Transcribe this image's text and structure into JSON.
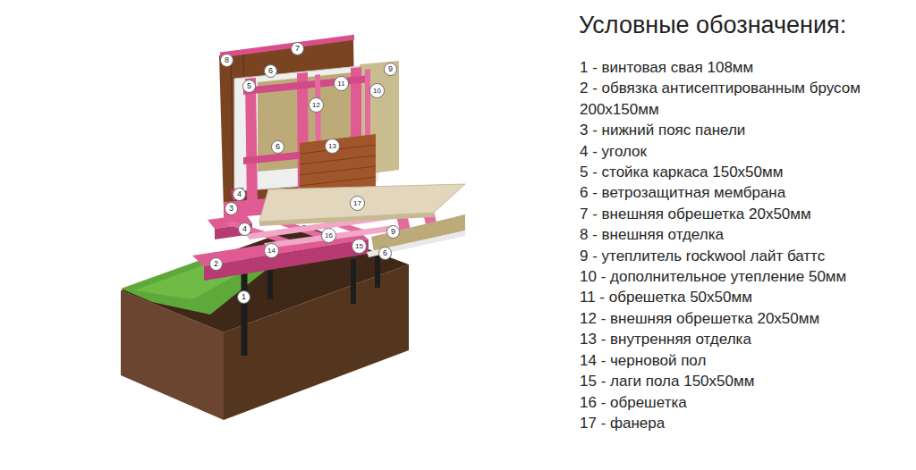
{
  "diagram": {
    "title": "Условные обозначения:",
    "labels": [
      "7",
      "8",
      "6",
      "9",
      "5",
      "11",
      "10",
      "12",
      "6",
      "13",
      "17",
      "4",
      "3",
      "4",
      "16",
      "9",
      "2",
      "14",
      "15",
      "6",
      "1"
    ],
    "legend": [
      {
        "text": "1 - винтовая свая 108мм"
      },
      {
        "text": "2 - обвязка антисептированным брусом 200х150мм"
      },
      {
        "text": "3 - нижний пояс панели"
      },
      {
        "text": "4 - уголок"
      },
      {
        "text": "5 - стойка каркаса 150х50мм"
      },
      {
        "text": "6 - ветрозащитная мембрана"
      },
      {
        "text": "7 - внешняя обрешетка 20х50мм"
      },
      {
        "text": "8 - внешняя отделка"
      },
      {
        "text": "9 - утеплитель rockwool лайт баттс"
      },
      {
        "text": "10 - дополнительное утепление 50мм"
      },
      {
        "text": "11 - обрешетка 50х50мм"
      },
      {
        "text": "12 - внешняя обрешетка 20х50мм"
      },
      {
        "text": "13 - внутренняя отделка"
      },
      {
        "text": "14 - черновой пол"
      },
      {
        "text": "15 - лаги пола 150х50мм"
      },
      {
        "text": "16 - обрешетка"
      },
      {
        "text": "17 - фанера"
      }
    ]
  }
}
